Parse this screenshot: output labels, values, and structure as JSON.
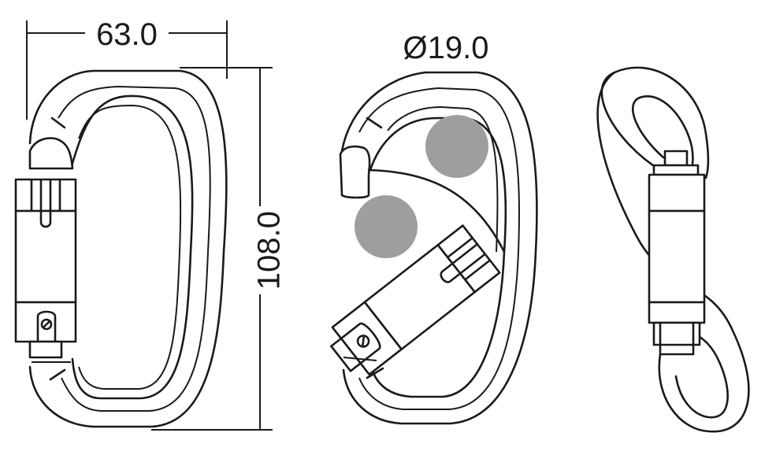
{
  "dimensions": {
    "width": "63.0",
    "diameter": "Ø19.0",
    "height": "108.0"
  },
  "colors": {
    "line": "#1a1a1a",
    "gate_opening_marker": "#9e9e9e",
    "background": "#ffffff"
  }
}
